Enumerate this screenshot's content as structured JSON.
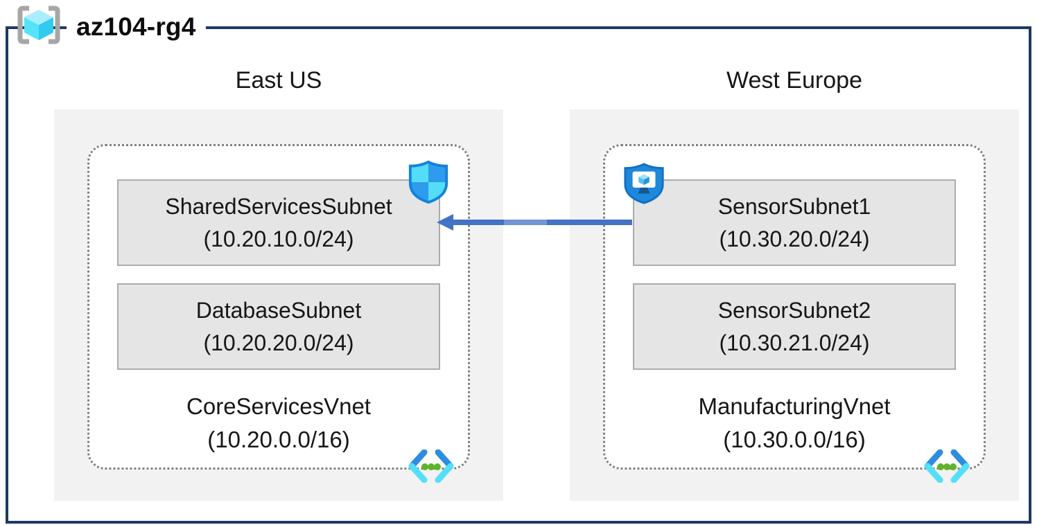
{
  "title": "az104-rg4",
  "regions": [
    {
      "name": "East US",
      "vnet_name": "CoreServicesVnet",
      "vnet_cidr": "(10.20.0.0/16)",
      "subnets": [
        {
          "name": "SharedServicesSubnet",
          "cidr": "(10.20.10.0/24)"
        },
        {
          "name": "DatabaseSubnet",
          "cidr": "(10.20.20.0/24)"
        }
      ]
    },
    {
      "name": "West Europe",
      "vnet_name": "ManufacturingVnet",
      "vnet_cidr": "(10.30.0.0/16)",
      "subnets": [
        {
          "name": "SensorSubnet1",
          "cidr": "(10.30.20.0/24)"
        },
        {
          "name": "SensorSubnet2",
          "cidr": "(10.30.21.0/24)"
        }
      ]
    }
  ],
  "connection": {
    "from": "SensorSubnet1",
    "to": "SharedServicesSubnet",
    "direction": "right-to-left",
    "color": "#4472C4"
  },
  "icons": {
    "resource_group": "resource-group-icon",
    "shared_services_badge": "network-security-shield-icon",
    "sensor_subnet_badge": "bastion-shield-monitor-icon",
    "vnet": "virtual-network-icon"
  },
  "colors": {
    "frame_border": "#1F3864",
    "region_fill": "#F2F2F2",
    "subnet_fill": "#E5E5E5",
    "subnet_border": "#ABABAB",
    "vnet_dotted_border": "#808080",
    "arrow": "#4472C4"
  }
}
